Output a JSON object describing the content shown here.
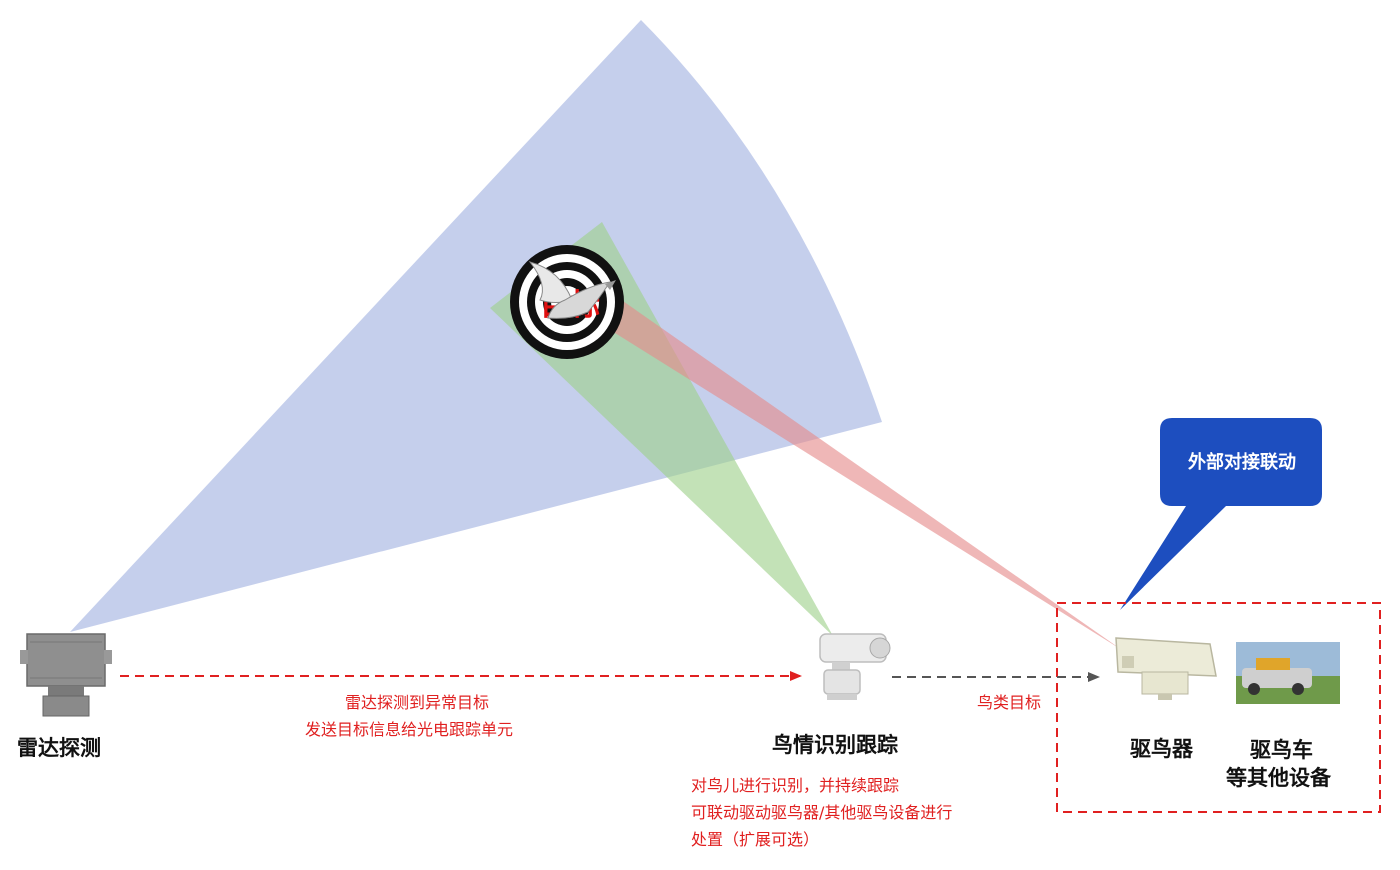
{
  "nodes": {
    "radar": {
      "label": "雷达探测"
    },
    "tracker": {
      "label": "鸟情识别跟踪"
    },
    "repeller": {
      "label": "驱鸟器"
    },
    "vehicle": {
      "label_line1": "驱鸟车",
      "label_line2": "等其他设备"
    }
  },
  "target": {
    "label": "目标"
  },
  "edges": {
    "radar_to_tracker": {
      "line1": "雷达探测到异常目标",
      "line2": "发送目标信息给光电跟踪单元"
    },
    "tracker_to_repeller": {
      "label": "鸟类目标"
    }
  },
  "tracker_note": {
    "line1": "对鸟儿进行识别，并持续跟踪",
    "line2": "可联动驱动驱鸟器/其他驱鸟设备进行",
    "line3": "处置（扩展可选）"
  },
  "callout": {
    "label": "外部对接联动"
  },
  "colors": {
    "radar_beam": "#aebde4",
    "tracker_beam": "#9ed08a",
    "repeller_beam": "#e58a8a",
    "callout": "#1d4ebf",
    "alert_red": "#e02020"
  }
}
